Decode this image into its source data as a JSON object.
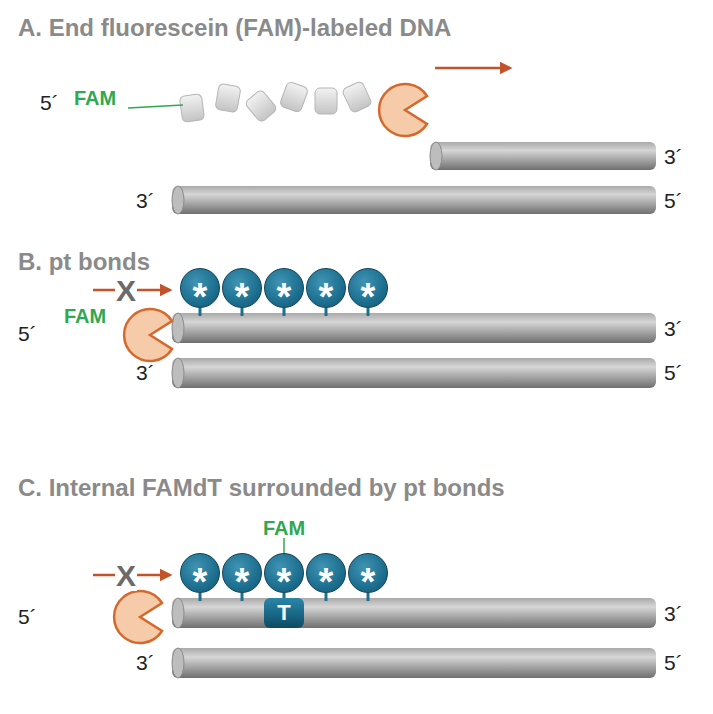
{
  "diagram": {
    "nodes": [
      {
        "text": [
          "*"
        ]
      },
      {
        "text": [
          "*"
        ]
      },
      {
        "text": [
          "*"
        ]
      },
      {
        "text": [
          "*"
        ]
      },
      {
        "text": [
          "*"
        ]
      },
      {
        "text": [
          "*"
        ]
      },
      {
        "text": [
          "*"
        ]
      },
      {
        "text": [
          "*"
        ]
      },
      {
        "text": [
          "*"
        ]
      },
      {
        "text": [
          "*"
        ]
      },
      {
        "text": [
          "T"
        ]
      }
    ],
    "labels": [
      "A. End fluorescein (FAM)-labeled DNA",
      "5´",
      "FAM",
      "3´",
      "3´",
      "5´",
      "B. pt bonds",
      "X",
      "FAM",
      "5´",
      "3´",
      "3´",
      "5´",
      "C. Internal FAMdT surrounded by pt bonds",
      "FAM",
      "X",
      "5´",
      "3´",
      "3´",
      "5´"
    ]
  }
}
